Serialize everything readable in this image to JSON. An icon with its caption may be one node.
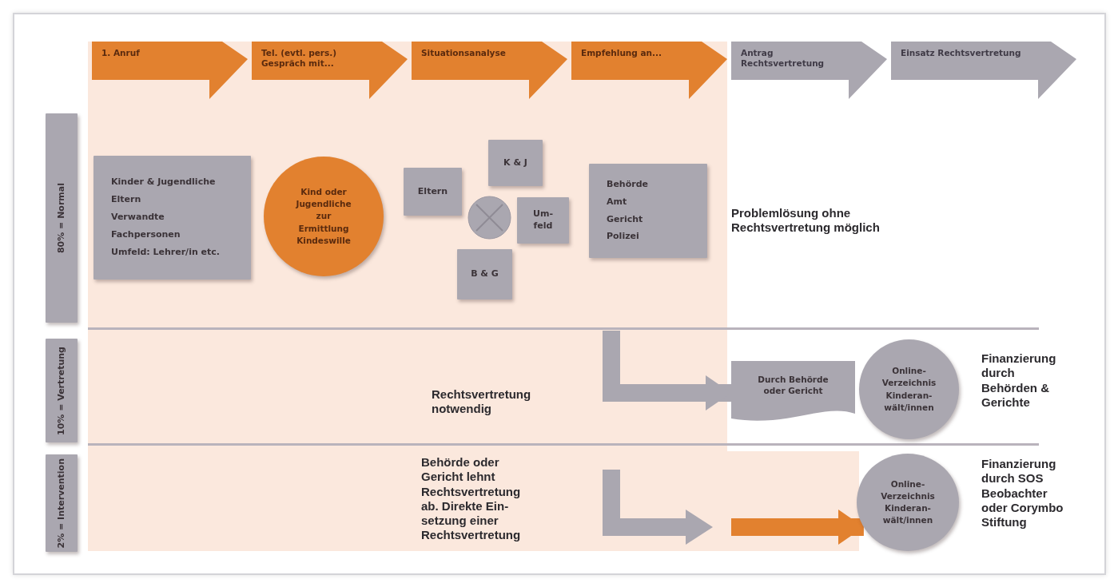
{
  "diagram": {
    "nodes": [
      {
        "text": [
          "1. Anruf"
        ]
      },
      {
        "text": [
          "Tel. (evtl. pers.) Gespräch mit..."
        ]
      },
      {
        "text": [
          "Situationsanalyse"
        ]
      },
      {
        "text": [
          "Empfehlung an..."
        ]
      },
      {
        "text": [
          "Antrag Rechtsvertretung"
        ]
      },
      {
        "text": [
          "Einsatz Rechtsvertretung"
        ]
      },
      {
        "text": [
          "80% = Normal"
        ]
      },
      {
        "text": [
          "10% = Vertretung"
        ]
      },
      {
        "text": [
          "2% = Intervention"
        ]
      },
      {
        "text": [
          "Kinder & Jugendliche",
          "Eltern",
          "Verwandte",
          "Fachpersonen",
          "Umfeld: Lehrer/in etc."
        ]
      },
      {
        "text": [
          "Kind oder Jugendliche zur Ermittlung Kindeswille"
        ]
      },
      {
        "text": [
          "K & J"
        ]
      },
      {
        "text": [
          "Eltern"
        ]
      },
      {
        "text": [],
        "shape": "circle"
      },
      {
        "text": [
          "Um- feld"
        ]
      },
      {
        "text": [
          "B & G"
        ]
      },
      {
        "text": [
          "Behörde",
          "Amt",
          "Gericht",
          "Polizei"
        ]
      },
      {
        "text": [
          "Durch Behörde oder Gericht"
        ]
      },
      {
        "text": [
          "Online- Verzeichnis Kinderan- wält/innen"
        ]
      },
      {
        "text": [
          "Online- Verzeichnis Kinderan- wält/innen"
        ]
      }
    ],
    "edges": [
      {
        "from": null,
        "to": 17,
        "arrow": "to"
      },
      {
        "from": null,
        "to": 19,
        "arrow": "to",
        "color": "#e2812f"
      }
    ],
    "labels": [
      "Problemlösung ohne Rechtsvertretung möglich",
      "Rechtsvertretung notwendig",
      "Finanzierung durch Behörden & Gerichte",
      "Behörde oder Gericht lehnt Rechtsvertretung ab. Direkte Ein- setzung einer Rechtsvertretung",
      "Finanzierung durch SOS Beobachter oder Corymbo Stiftung"
    ]
  }
}
